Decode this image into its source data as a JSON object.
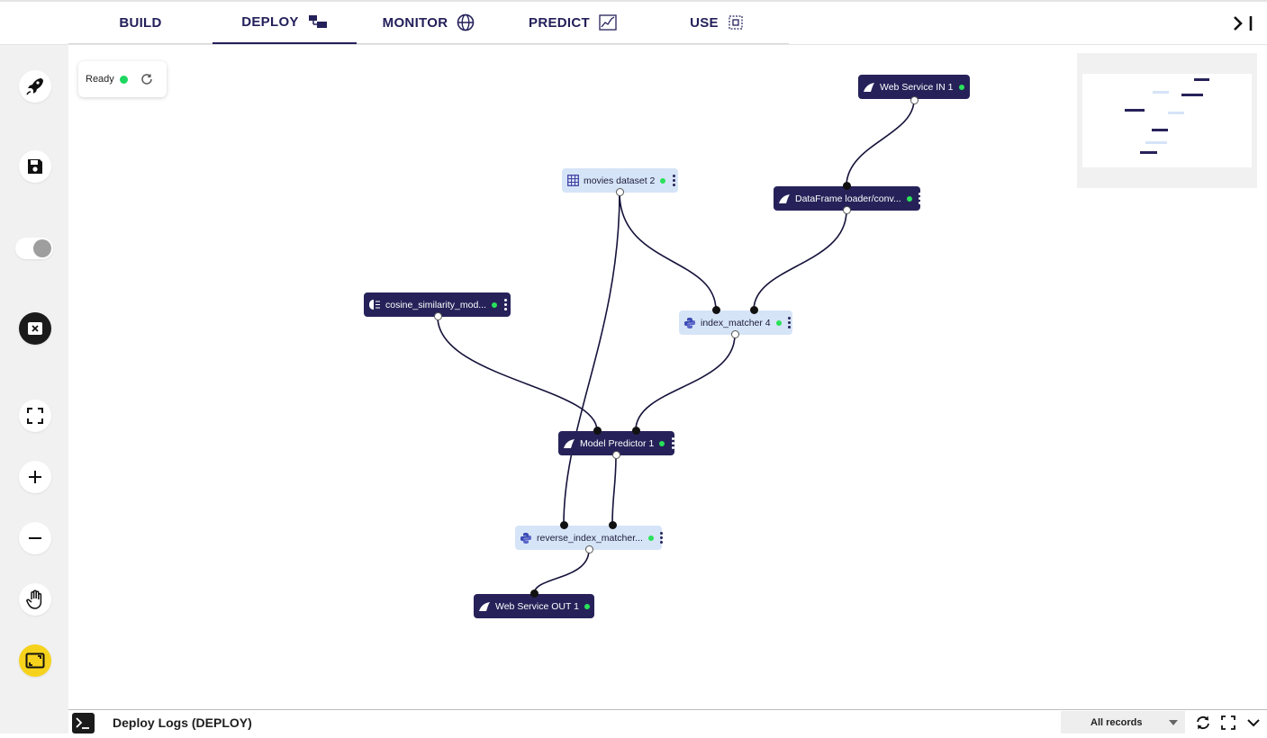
{
  "tabs": [
    {
      "label": "BUILD",
      "icon": "none",
      "active": false
    },
    {
      "label": "DEPLOY",
      "icon": "deploy-icon",
      "active": true
    },
    {
      "label": "MONITOR",
      "icon": "globe-icon",
      "active": false
    },
    {
      "label": "PREDICT",
      "icon": "chart-icon",
      "active": false
    },
    {
      "label": "USE",
      "icon": "chip-icon",
      "active": false
    }
  ],
  "sidebar": {
    "items": [
      "rocket-refresh-icon",
      "save-icon",
      "toggle-switch",
      "close-icon",
      "fit-screen-icon",
      "zoom-in-icon",
      "zoom-out-icon",
      "hand-pan-icon",
      "minimap-toggle-icon"
    ],
    "toggle_on": true
  },
  "status": {
    "label": "Ready",
    "color": "#1ed760"
  },
  "nodes": [
    {
      "label": "Web Service IN 1",
      "icon": "web-service-icon",
      "style": "dark"
    },
    {
      "label": "movies dataset 2",
      "icon": "table-grid-icon",
      "style": "light"
    },
    {
      "label": "DataFrame loader/conv...",
      "icon": "web-service-icon",
      "style": "dark"
    },
    {
      "label": "cosine_similarity_mod...",
      "icon": "model-brain-icon",
      "style": "dark"
    },
    {
      "label": "index_matcher 4",
      "icon": "python-icon",
      "style": "light"
    },
    {
      "label": "Model Predictor 1",
      "icon": "web-service-icon",
      "style": "dark"
    },
    {
      "label": "reverse_index_matcher...",
      "icon": "python-icon",
      "style": "light"
    },
    {
      "label": "Web Service OUT 1",
      "icon": "web-service-icon",
      "style": "dark"
    }
  ],
  "connections": [
    [
      "Web Service IN 1",
      "DataFrame loader/conv..."
    ],
    [
      "DataFrame loader/conv...",
      "index_matcher 4"
    ],
    [
      "movies dataset 2",
      "index_matcher 4"
    ],
    [
      "movies dataset 2",
      "reverse_index_matcher..."
    ],
    [
      "cosine_similarity_mod...",
      "Model Predictor 1"
    ],
    [
      "index_matcher 4",
      "Model Predictor 1"
    ],
    [
      "Model Predictor 1",
      "reverse_index_matcher..."
    ],
    [
      "reverse_index_matcher...",
      "Web Service OUT 1"
    ]
  ],
  "colors": {
    "node_dark": "#262259",
    "node_light": "#d6e4f7",
    "active_dot": "#29e25a",
    "accent_yellow": "#f6d21c"
  },
  "logs": {
    "title": "Deploy Logs (DEPLOY)",
    "filter_value": "All records"
  }
}
